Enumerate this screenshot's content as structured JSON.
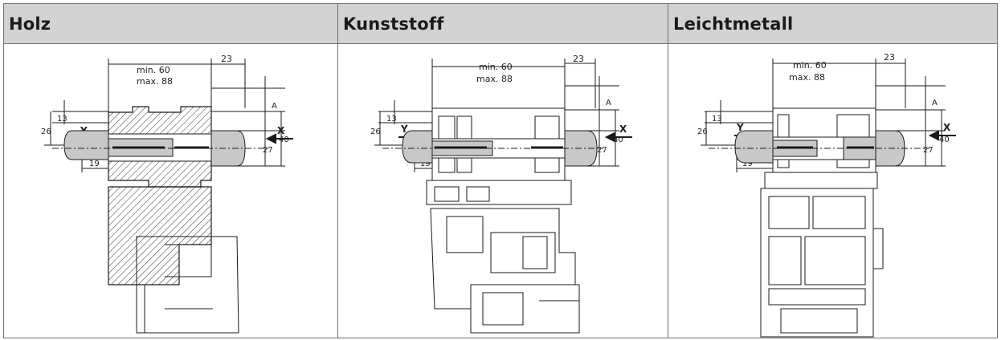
{
  "columns": [
    {
      "heading": "Holz"
    },
    {
      "heading": "Kunststoff"
    },
    {
      "heading": "Leichtmetall"
    }
  ],
  "labels": {
    "min": "min. 60",
    "max": "max. 88",
    "top_right": "23",
    "y_arrow": "Y",
    "x_arrow": "X",
    "a": "A",
    "h26": "26",
    "h13": "13",
    "w19": "19",
    "h27": "27",
    "h40": "40"
  },
  "colors": {
    "header_bg": "#d2d2d2",
    "border": "#6f6f6f",
    "plug_fill": "#c8c8c8",
    "line": "#1a1a1a"
  }
}
